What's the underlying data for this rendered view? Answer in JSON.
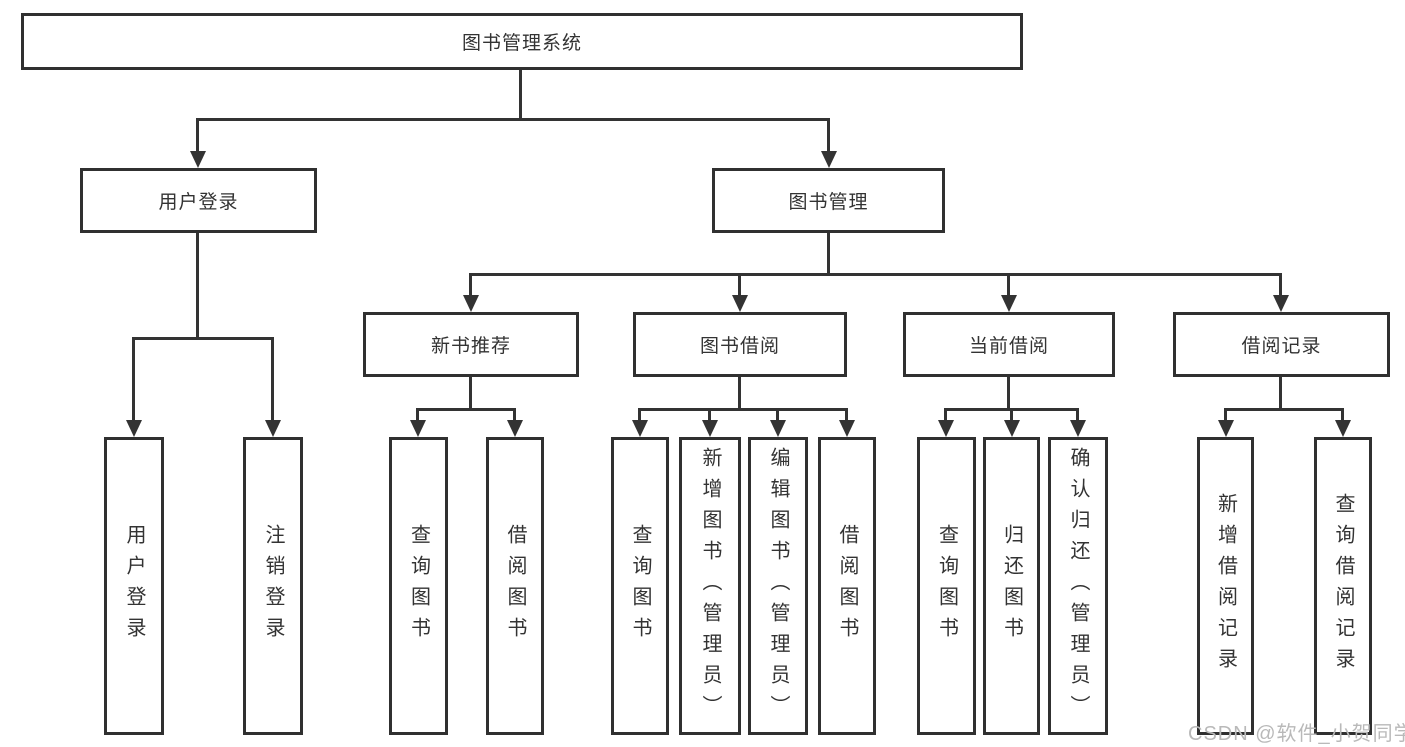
{
  "diagram": {
    "type": "tree",
    "title": "图书管理系统",
    "tree": {
      "label": "图书管理系统",
      "children": [
        {
          "label": "用户登录",
          "children": [
            {
              "label": "用户登录"
            },
            {
              "label": "注销登录"
            }
          ]
        },
        {
          "label": "图书管理",
          "children": [
            {
              "label": "新书推荐",
              "children": [
                {
                  "label": "查询图书"
                },
                {
                  "label": "借阅图书"
                }
              ]
            },
            {
              "label": "图书借阅",
              "children": [
                {
                  "label": "查询图书"
                },
                {
                  "label": "新增图书（管理员）"
                },
                {
                  "label": "编辑图书（管理员）"
                },
                {
                  "label": "借阅图书"
                }
              ]
            },
            {
              "label": "当前借阅",
              "children": [
                {
                  "label": "查询图书"
                },
                {
                  "label": "归还图书"
                },
                {
                  "label": "确认归还（管理员）"
                }
              ]
            },
            {
              "label": "借阅记录",
              "children": [
                {
                  "label": "新增借阅记录"
                },
                {
                  "label": "查询借阅记录"
                }
              ]
            }
          ]
        }
      ]
    }
  },
  "watermark": {
    "text": "CSDN @软件_小贺同学",
    "color": "#b9b9b9"
  },
  "colors": {
    "line": "#333333",
    "box_border": "#303030",
    "box_background": "#ffffff",
    "text": "#333333",
    "page_background": "#ffffff"
  }
}
